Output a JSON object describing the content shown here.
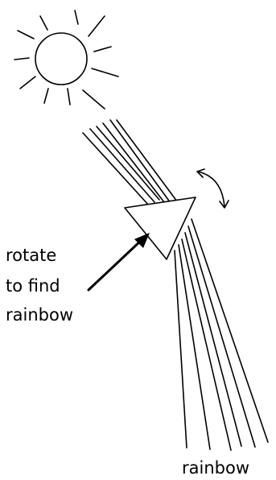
{
  "labels": {
    "rotate_line1": "rotate",
    "rotate_line2": "to find",
    "rotate_line3": "rainbow",
    "rainbow": "rainbow"
  },
  "ink_color": "#000000",
  "background_color": "#ffffff"
}
